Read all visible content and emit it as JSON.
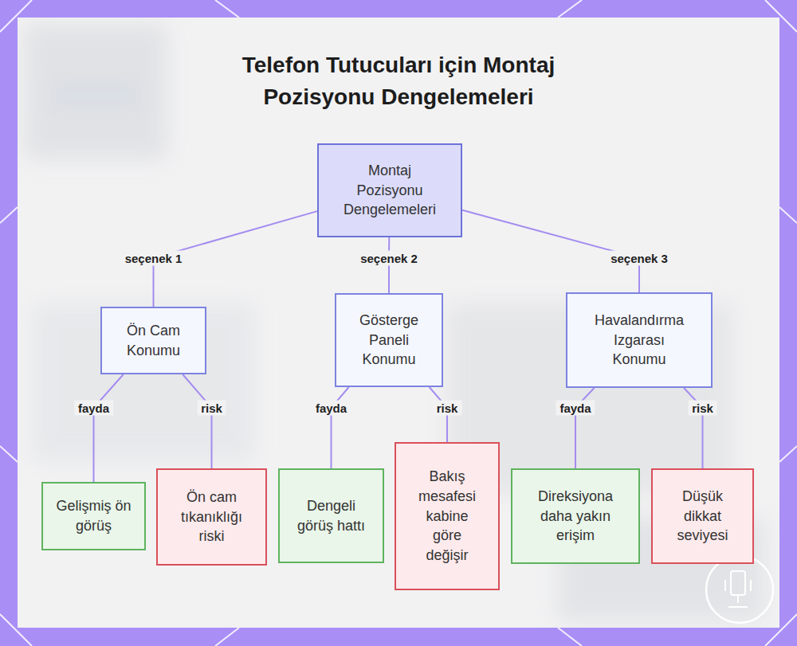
{
  "diagram": {
    "title": "Telefon Tutucuları için Montaj Pozisyonu Dengelemeleri",
    "nodes": [
      {
        "text": [
          "Montaj Pozisyonu Dengelemeleri"
        ]
      },
      {
        "text": [
          "Ön Cam Konumu"
        ]
      },
      {
        "text": [
          "Gösterge Paneli Konumu"
        ]
      },
      {
        "text": [
          "Havalandırma Izgarası Konumu"
        ]
      },
      {
        "text": [
          "Gelişmiş ön görüş"
        ]
      },
      {
        "text": [
          "Ön cam tıkanıklığı riski"
        ]
      },
      {
        "text": [
          "Dengeli görüş hattı"
        ]
      },
      {
        "text": [
          "Bakış mesafesi kabine göre değişir"
        ]
      },
      {
        "text": [
          "Direksiyona daha yakın erişim"
        ]
      },
      {
        "text": [
          "Düşük dikkat seviyesi"
        ]
      }
    ],
    "edges": [
      {
        "from": 0,
        "to": 1,
        "label": "seçenek 1",
        "arrow": "none"
      },
      {
        "from": 0,
        "to": 2,
        "label": "seçenek 2",
        "arrow": "none"
      },
      {
        "from": 0,
        "to": 3,
        "label": "seçenek 3",
        "arrow": "none"
      },
      {
        "from": 1,
        "to": 4,
        "label": "fayda",
        "arrow": "none"
      },
      {
        "from": 1,
        "to": 5,
        "label": "risk",
        "arrow": "none"
      },
      {
        "from": 2,
        "to": 6,
        "label": "fayda",
        "arrow": "none"
      },
      {
        "from": 2,
        "to": 7,
        "label": "risk",
        "arrow": "none"
      },
      {
        "from": 3,
        "to": 8,
        "label": "fayda",
        "arrow": "none"
      },
      {
        "from": 3,
        "to": 9,
        "label": "risk",
        "arrow": "none"
      }
    ]
  }
}
